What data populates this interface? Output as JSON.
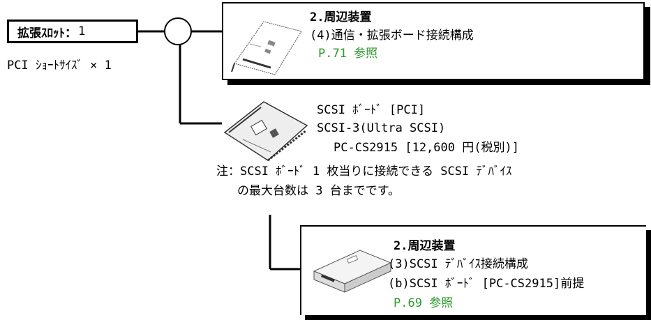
{
  "slot": {
    "label": "拡張ｽﾛｯﾄ：",
    "count": "1",
    "size_text": "PCI ｼｮｰﾄｻｲｽﾞ × 1"
  },
  "ref1": {
    "heading": "2.周辺装置",
    "subheading": "(4)通信・拡張ボード接続構成",
    "link": "P.71 参照"
  },
  "board": {
    "title": "SCSI ﾎﾞｰﾄﾞ [PCI]",
    "spec": "SCSI-3(Ultra SCSI)",
    "model": "PC-CS2915 [12,600 円(税別)]",
    "note_line1": "注：SCSI ﾎﾞｰﾄﾞ 1 枚当りに接続できる SCSI ﾃﾞﾊﾞｲｽ",
    "note_line2": "の最大台数は 3 台までです。"
  },
  "ref2": {
    "heading": "2.周辺装置",
    "line1": "(3)SCSI ﾃﾞﾊﾞｲｽ接続構成",
    "line2": "(b)SCSI ﾎﾞｰﾄﾞ [PC-CS2915]前提",
    "link": "P.69 参照"
  },
  "colors": {
    "link": "#2e9a2e",
    "line": "#000000"
  },
  "icons": [
    "pci-card-image",
    "scsi-board-image",
    "scsi-device-image"
  ]
}
